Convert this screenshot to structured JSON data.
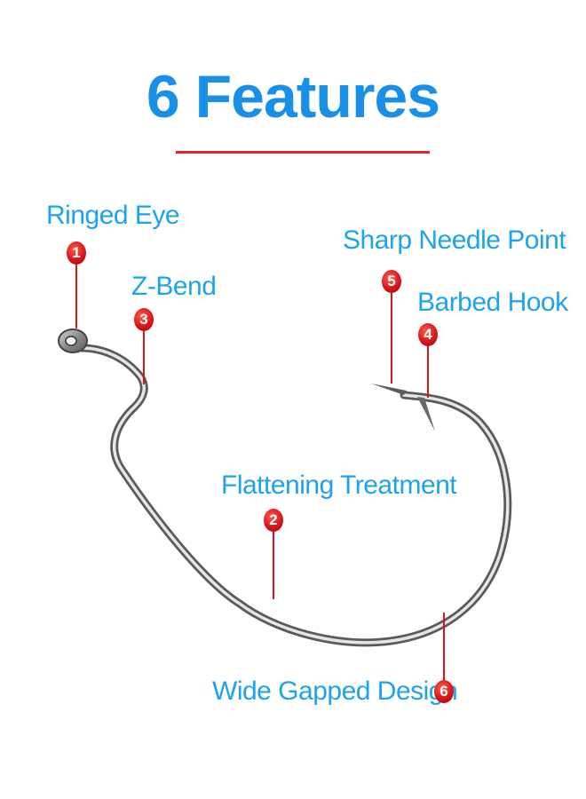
{
  "title": "6 Features",
  "colors": {
    "title": "#1a8fe6",
    "label": "#1da3ec",
    "badge": "#d8151b",
    "underline": "#e1262d",
    "hook": "#8e8e8e"
  },
  "features": [
    {
      "number": "1",
      "label": "Ringed Eye"
    },
    {
      "number": "2",
      "label": "Flattening Treatment"
    },
    {
      "number": "3",
      "label": "Z-Bend"
    },
    {
      "number": "4",
      "label": "Barbed Hook"
    },
    {
      "number": "5",
      "label": "Sharp Needle Point"
    },
    {
      "number": "6",
      "label": "Wide Gapped Design"
    }
  ]
}
